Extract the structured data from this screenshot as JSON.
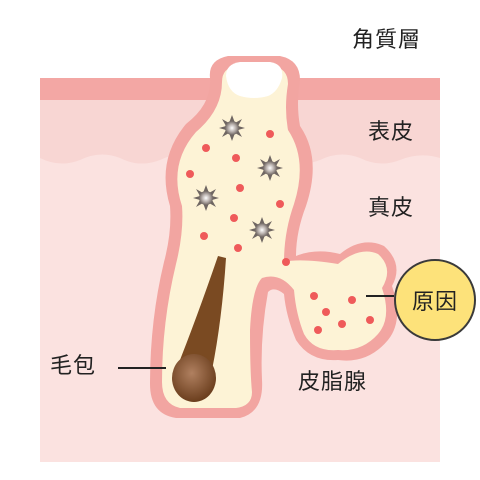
{
  "labels": {
    "stratum_corneum": "角質層",
    "epidermis": "表皮",
    "dermis": "真皮",
    "sebaceous_gland": "皮脂腺",
    "hair_follicle": "毛包",
    "cause": "原因"
  },
  "colors": {
    "skin_bg": "#fbe2e0",
    "corneum_band": "#f3a7a4",
    "follicle_wall": "#f2a5a1",
    "follicle_fill": "#fdf3d6",
    "sebum_dot": "#ef5a5a",
    "hair": "#7a4a22",
    "cause_badge": "#fde27a"
  },
  "icons": {
    "bacteria": "spiky-gray-star-icon"
  }
}
